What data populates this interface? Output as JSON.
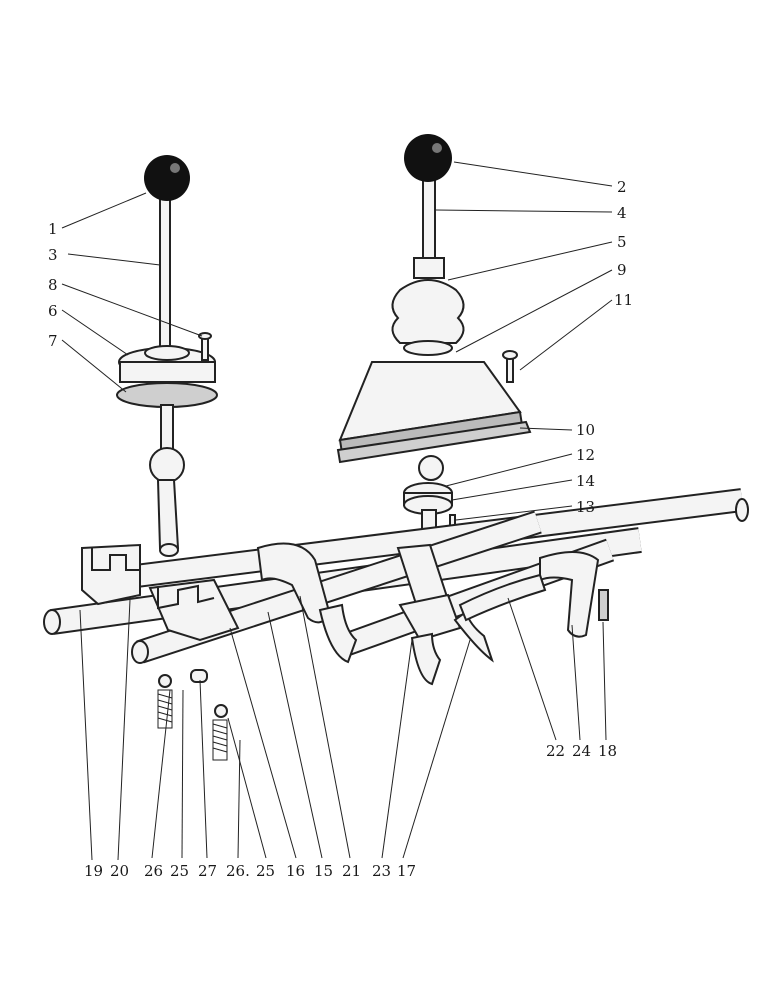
{
  "diagram": {
    "type": "exploded parts diagram",
    "callouts": [
      {
        "id": "c1",
        "label": "1"
      },
      {
        "id": "c2",
        "label": "2"
      },
      {
        "id": "c3",
        "label": "3"
      },
      {
        "id": "c4",
        "label": "4"
      },
      {
        "id": "c5",
        "label": "5"
      },
      {
        "id": "c6",
        "label": "6"
      },
      {
        "id": "c7",
        "label": "7"
      },
      {
        "id": "c8",
        "label": "8"
      },
      {
        "id": "c9",
        "label": "9"
      },
      {
        "id": "c10",
        "label": "10"
      },
      {
        "id": "c11",
        "label": "11"
      },
      {
        "id": "c12",
        "label": "12"
      },
      {
        "id": "c13",
        "label": "13"
      },
      {
        "id": "c14",
        "label": "14"
      },
      {
        "id": "c22",
        "label": "22"
      },
      {
        "id": "c24",
        "label": "24"
      },
      {
        "id": "c18",
        "label": "18"
      },
      {
        "id": "b19",
        "label": "19"
      },
      {
        "id": "b20",
        "label": "20"
      },
      {
        "id": "b26a",
        "label": "26"
      },
      {
        "id": "b25a",
        "label": "25"
      },
      {
        "id": "b27",
        "label": "27"
      },
      {
        "id": "b26b",
        "label": "26."
      },
      {
        "id": "b25b",
        "label": "25"
      },
      {
        "id": "b16",
        "label": "16"
      },
      {
        "id": "b15",
        "label": "15"
      },
      {
        "id": "b21",
        "label": "21"
      },
      {
        "id": "b23",
        "label": "23"
      },
      {
        "id": "b17",
        "label": "17"
      }
    ]
  }
}
